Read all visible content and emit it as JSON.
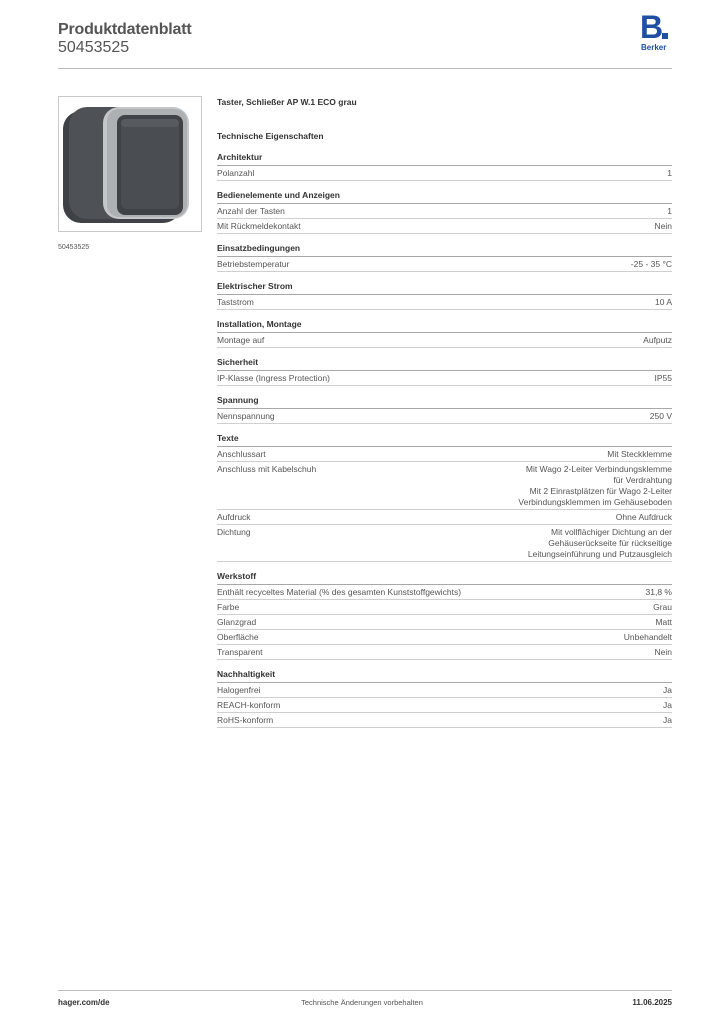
{
  "header": {
    "title": "Produktdatenblatt",
    "number": "50453525"
  },
  "logo": {
    "letter": "B",
    "brand": "Berker",
    "color": "#1e4fa0"
  },
  "image": {
    "caption": "50453525"
  },
  "product": {
    "name": "Taster, Schließer AP W.1 ECO grau"
  },
  "properties_title": "Technische Eigenschaften",
  "sections": [
    {
      "title": "Architektur",
      "rows": [
        {
          "label": "Polanzahl",
          "value": "1"
        }
      ]
    },
    {
      "title": "Bedienelemente und Anzeigen",
      "rows": [
        {
          "label": "Anzahl der Tasten",
          "value": "1"
        },
        {
          "label": "Mit Rückmeldekontakt",
          "value": "Nein"
        }
      ]
    },
    {
      "title": "Einsatzbedingungen",
      "rows": [
        {
          "label": "Betriebstemperatur",
          "value": "-25 - 35 °C"
        }
      ]
    },
    {
      "title": "Elektrischer Strom",
      "rows": [
        {
          "label": "Taststrom",
          "value": "10 A"
        }
      ]
    },
    {
      "title": "Installation, Montage",
      "rows": [
        {
          "label": "Montage auf",
          "value": "Aufputz"
        }
      ]
    },
    {
      "title": "Sicherheit",
      "rows": [
        {
          "label": "IP-Klasse (Ingress Protection)",
          "value": "IP55"
        }
      ]
    },
    {
      "title": "Spannung",
      "rows": [
        {
          "label": "Nennspannung",
          "value": "250 V"
        }
      ]
    },
    {
      "title": "Texte",
      "rows": [
        {
          "label": "Anschlussart",
          "value": "Mit Steckklemme"
        },
        {
          "label": "Anschluss mit Kabelschuh",
          "value": "Mit Wago 2-Leiter Verbindungsklemme\nfür Verdrahtung\nMit 2 Einrastplätzen für Wago 2-Leiter\nVerbindungsklemmen im Gehäuseboden"
        },
        {
          "label": "Aufdruck",
          "value": "Ohne Aufdruck"
        },
        {
          "label": "Dichtung",
          "value": "Mit vollflächiger Dichtung an der\nGehäuserückseite für rückseitige\nLeitungseinführung und Putzausgleich"
        }
      ]
    },
    {
      "title": "Werkstoff",
      "rows": [
        {
          "label": "Enthält recyceltes Material (% des gesamten Kunststoffgewichts)",
          "value": "31,8 %"
        },
        {
          "label": "Farbe",
          "value": "Grau"
        },
        {
          "label": "Glanzgrad",
          "value": "Matt"
        },
        {
          "label": "Oberfläche",
          "value": "Unbehandelt"
        },
        {
          "label": "Transparent",
          "value": "Nein"
        }
      ]
    },
    {
      "title": "Nachhaltigkeit",
      "rows": [
        {
          "label": "Halogenfrei",
          "value": "Ja"
        },
        {
          "label": "REACH-konform",
          "value": "Ja"
        },
        {
          "label": "RoHS-konform",
          "value": "Ja"
        }
      ]
    }
  ],
  "footer": {
    "left": "hager.com/de",
    "center": "Technische Änderungen vorbehalten",
    "right": "11.06.2025"
  }
}
